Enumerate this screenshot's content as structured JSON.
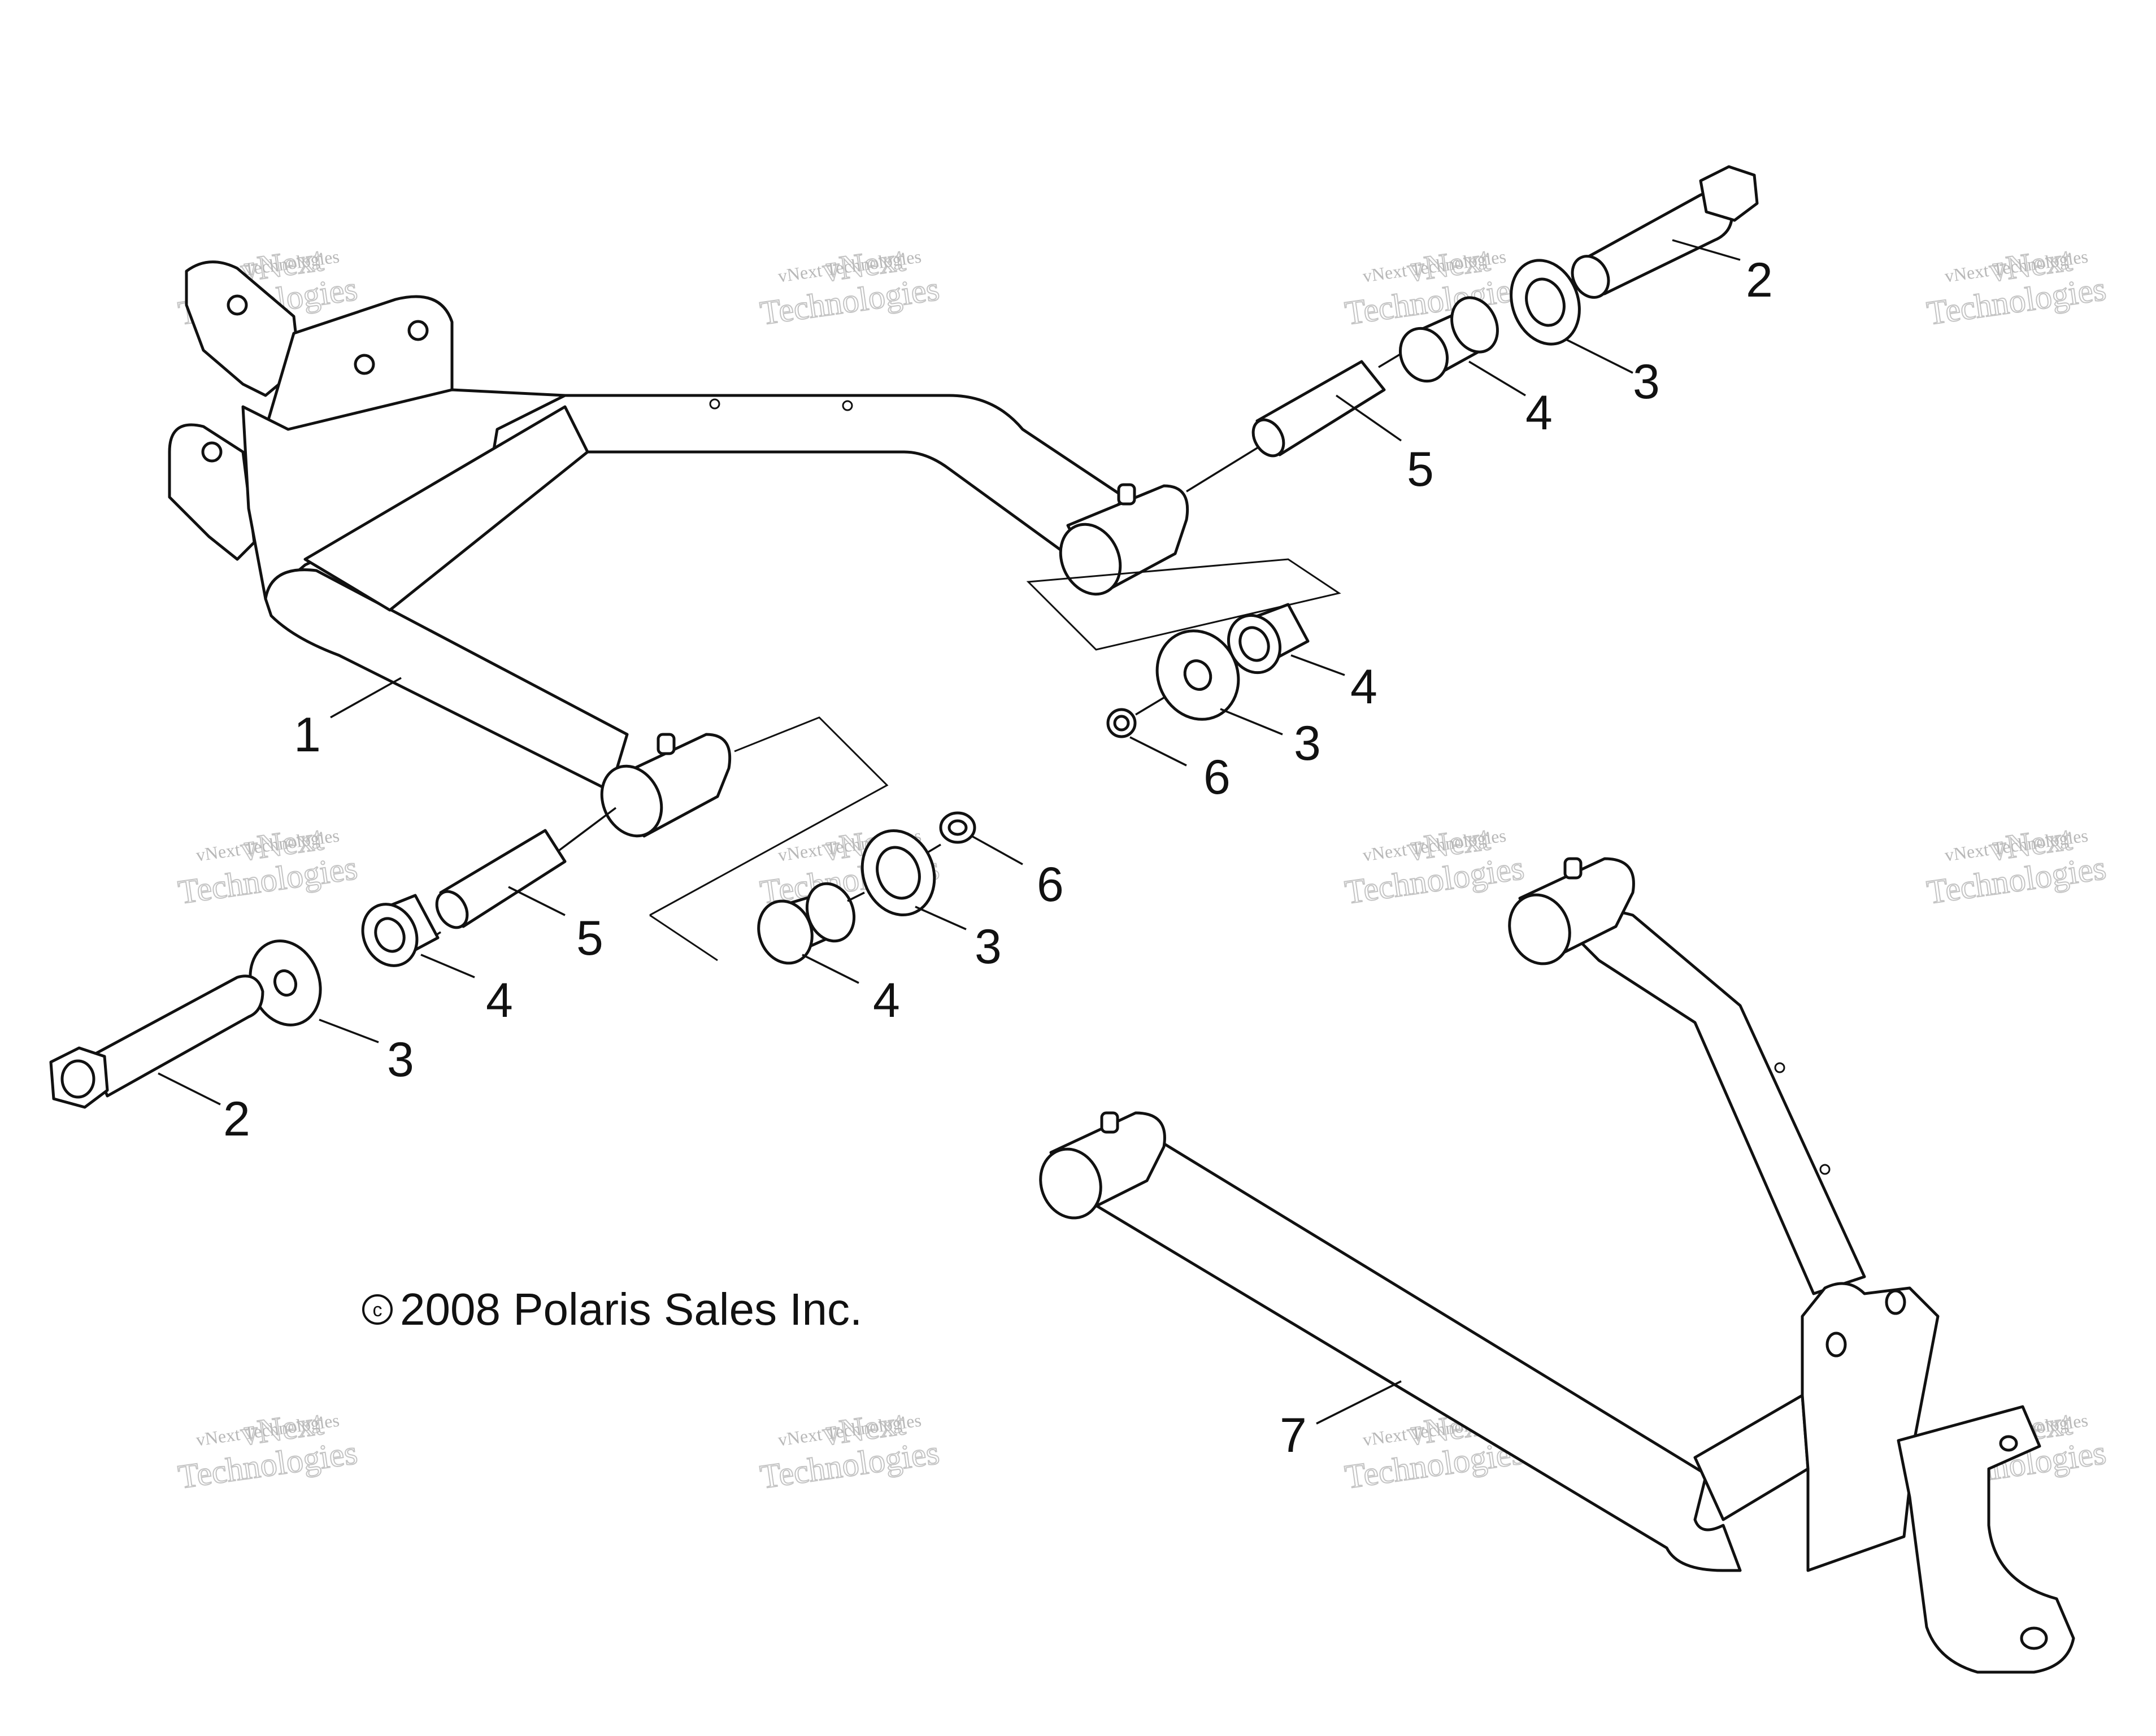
{
  "copyright": {
    "symbol": "c",
    "text": "2008 Polaris Sales Inc."
  },
  "watermark": {
    "line1": "vNext Technologies",
    "line2": "vNext",
    "line3": "Technologies"
  },
  "callouts": [
    {
      "id": "c1",
      "label": "1"
    },
    {
      "id": "c2a",
      "label": "2"
    },
    {
      "id": "c3a",
      "label": "3"
    },
    {
      "id": "c4a",
      "label": "4"
    },
    {
      "id": "c5a",
      "label": "5"
    },
    {
      "id": "c4b",
      "label": "4"
    },
    {
      "id": "c3b",
      "label": "3"
    },
    {
      "id": "c6a",
      "label": "6"
    },
    {
      "id": "c2b",
      "label": "2"
    },
    {
      "id": "c3c",
      "label": "3"
    },
    {
      "id": "c4c",
      "label": "4"
    },
    {
      "id": "c5b",
      "label": "5"
    },
    {
      "id": "c4d",
      "label": "4"
    },
    {
      "id": "c3d",
      "label": "3"
    },
    {
      "id": "c6b",
      "label": "6"
    },
    {
      "id": "c7",
      "label": "7"
    }
  ],
  "colors": {
    "line": "#111111",
    "background": "#ffffff",
    "watermark": "#b8b8b8"
  }
}
